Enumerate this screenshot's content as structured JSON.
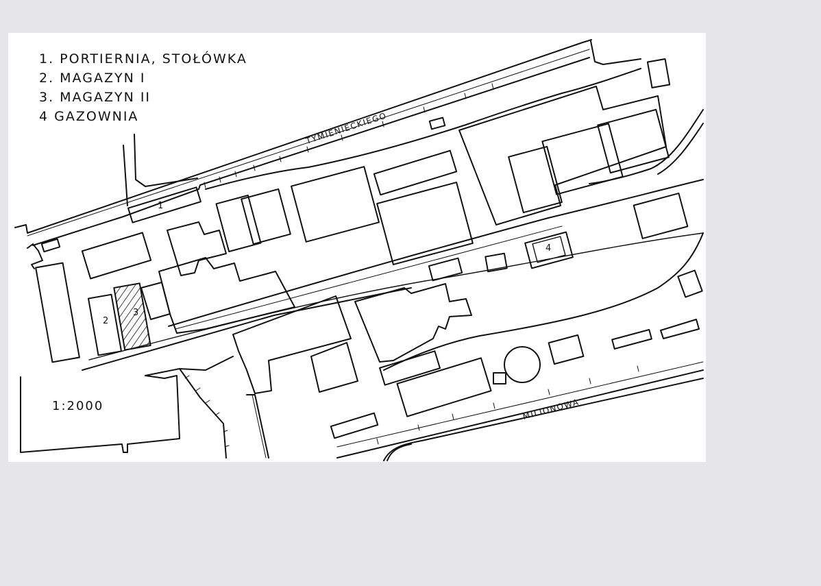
{
  "legend": {
    "items": [
      "1. PORTIERNIA, STOŁÓWKA",
      "2. MAGAZYN I",
      "3. MAGAZYN II",
      "4 GAZOWNIA"
    ]
  },
  "streets": {
    "north": "TYMIENIECKIEGO",
    "south": "MILIONOWA"
  },
  "scale": "1:2000",
  "building_labels": {
    "b1": "1",
    "b2": "2",
    "b3": "3",
    "b4": "4"
  }
}
